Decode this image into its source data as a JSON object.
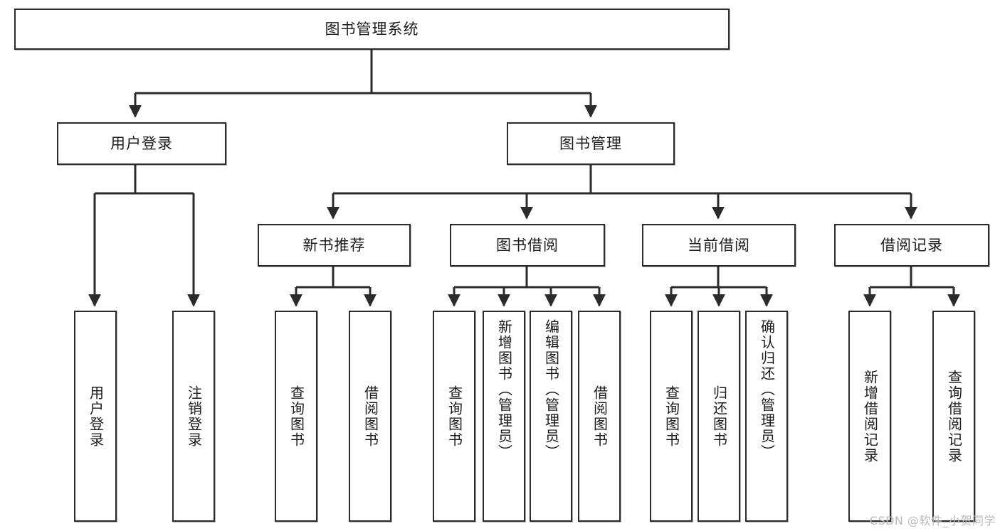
{
  "diagram": {
    "title": "图书管理系统",
    "watermark": "CSDN @软件_小贺同学",
    "line_color": "#2b2b2b",
    "box_fill": "#ffffff",
    "text_color": "#1c1c1c",
    "levels": {
      "root": "图书管理系统",
      "level2": [
        "用户登录",
        "图书管理"
      ],
      "level3": [
        "新书推荐",
        "图书借阅",
        "当前借阅",
        "借阅记录"
      ],
      "level4": [
        "用户登录",
        "注销登录",
        "查询图书",
        "借阅图书",
        "查询图书",
        "新增图书（管理员）",
        "编辑图书（管理员）",
        "借阅图书",
        "查询图书",
        "归还图书",
        "确认归还（管理员）",
        "新增借阅记录",
        "查询借阅记录"
      ]
    },
    "nodes": {
      "root": {
        "label": "图书管理系统"
      },
      "user_login": {
        "label": "用户登录"
      },
      "book_manage": {
        "label": "图书管理"
      },
      "new_book_rec": {
        "label": "新书推荐"
      },
      "book_borrow": {
        "label": "图书借阅"
      },
      "current_borrow": {
        "label": "当前借阅"
      },
      "borrow_record": {
        "label": "借阅记录"
      },
      "leaf_user_login": {
        "label": "用户登录"
      },
      "leaf_user_logout": {
        "label": "注销登录"
      },
      "leaf_query_book_1": {
        "label": "查询图书"
      },
      "leaf_borrow_book_1": {
        "label": "借阅图书"
      },
      "leaf_query_book_2": {
        "label": "查询图书"
      },
      "leaf_add_book": {
        "label": "新增图书（管理员）"
      },
      "leaf_edit_book": {
        "label": "编辑图书（管理员）"
      },
      "leaf_borrow_book_2": {
        "label": "借阅图书"
      },
      "leaf_query_book_3": {
        "label": "查询图书"
      },
      "leaf_return_book": {
        "label": "归还图书"
      },
      "leaf_confirm_return": {
        "label": "确认归还（管理员）"
      },
      "leaf_add_record": {
        "label": "新增借阅记录"
      },
      "leaf_query_record": {
        "label": "查询借阅记录"
      }
    }
  }
}
